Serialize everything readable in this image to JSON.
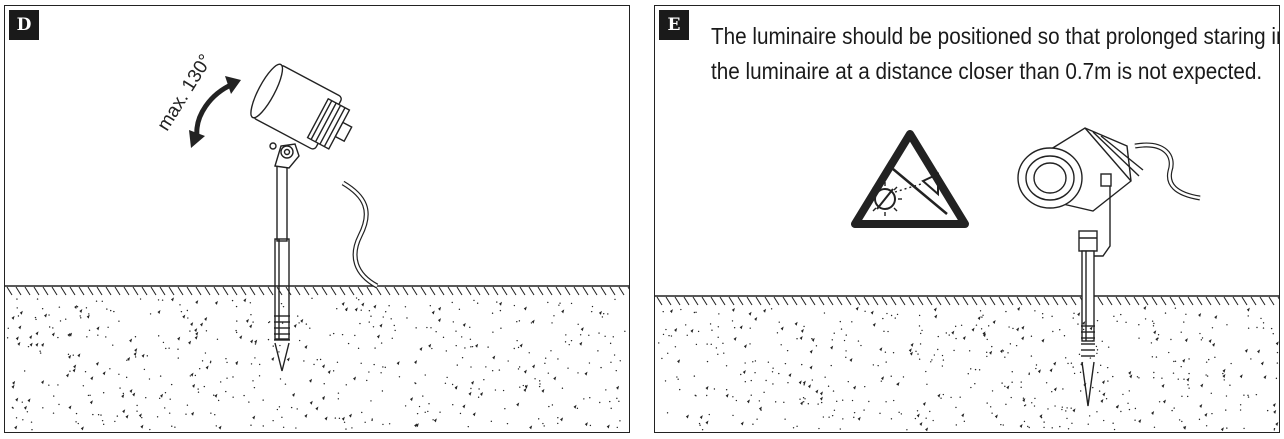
{
  "panel_d": {
    "badge": "D",
    "angle_label": "max. 130°"
  },
  "panel_e": {
    "badge": "E",
    "caption_lines": [
      "The luminaire should be positioned so that prolonged staring into",
      "the luminaire at a distance closer than 0.7m is not expected."
    ],
    "warning_icon": "no-staring-into-light-warning-icon"
  },
  "colors": {
    "line": "#222222",
    "badge_background": "#1a1a1a",
    "background": "#ffffff"
  }
}
